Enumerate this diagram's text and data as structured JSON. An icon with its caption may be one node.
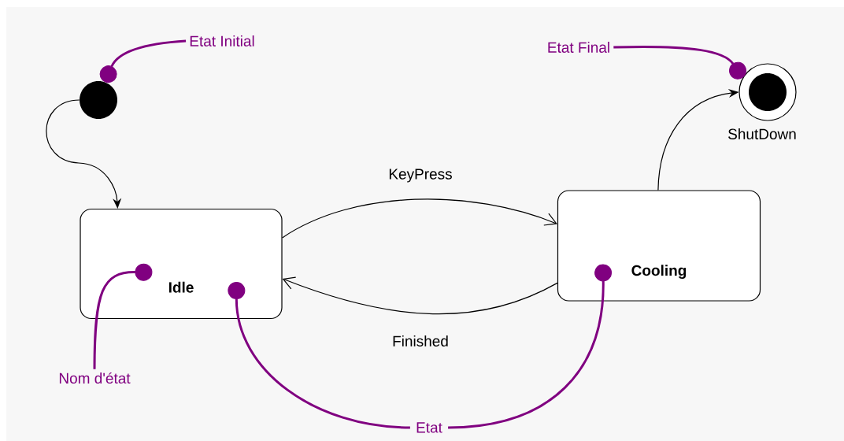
{
  "diagram": {
    "nodes": [
      {
        "text": [],
        "shape": "circle"
      },
      {
        "text": [
          "Idle"
        ]
      },
      {
        "text": [
          "Cooling"
        ]
      },
      {
        "text": [],
        "shape": "bullseye",
        "beside": [
          "ShutDown"
        ]
      },
      {
        "text": [
          "Etat Initial"
        ]
      },
      {
        "text": [
          "Etat Final"
        ]
      },
      {
        "text": [
          "Nom d'état"
        ]
      },
      {
        "text": [
          "Etat"
        ]
      }
    ],
    "edges": [
      {
        "from": 0,
        "to": 1,
        "arrow": "to",
        "color": "#000000"
      },
      {
        "from": 1,
        "to": 2,
        "arrow": "to",
        "label": "KeyPress",
        "color": "#000000"
      },
      {
        "from": 2,
        "to": 1,
        "arrow": "to",
        "label": "Finished",
        "color": "#000000"
      },
      {
        "from": 2,
        "to": 3,
        "arrow": "to",
        "color": "#000000"
      },
      {
        "from": 4,
        "to": 0,
        "arrow": "other"
      },
      {
        "from": 5,
        "to": 3,
        "arrow": "other"
      },
      {
        "from": 6,
        "to": 1,
        "arrow": "other"
      },
      {
        "from": 7,
        "to": 1,
        "arrow": "other"
      },
      {
        "from": 7,
        "to": 2,
        "arrow": "other"
      }
    ]
  }
}
